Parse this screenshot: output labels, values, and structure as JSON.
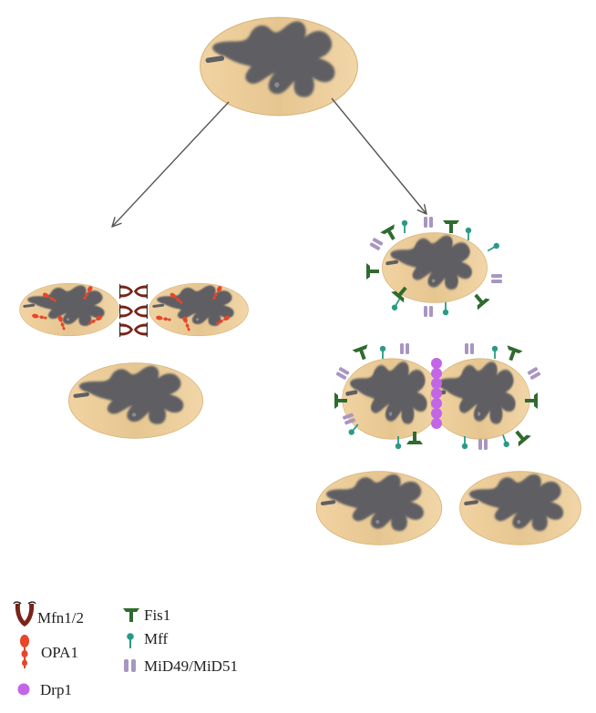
{
  "legend": {
    "mfn": "Mfn1/2",
    "opa": "OPA1",
    "drp": "Drp1",
    "fis": "Fis1",
    "mff": "Mff",
    "mid": "MiD49/MiD51"
  },
  "colors": {
    "outer_membrane": "#ebcd9b",
    "matrix": "#5f5f64",
    "mfn": "#7a2417",
    "opa": "#e8452a",
    "drp": "#c266e6",
    "fis": "#2f6b2e",
    "mff": "#2a9a86",
    "mid": "#a896c2"
  }
}
